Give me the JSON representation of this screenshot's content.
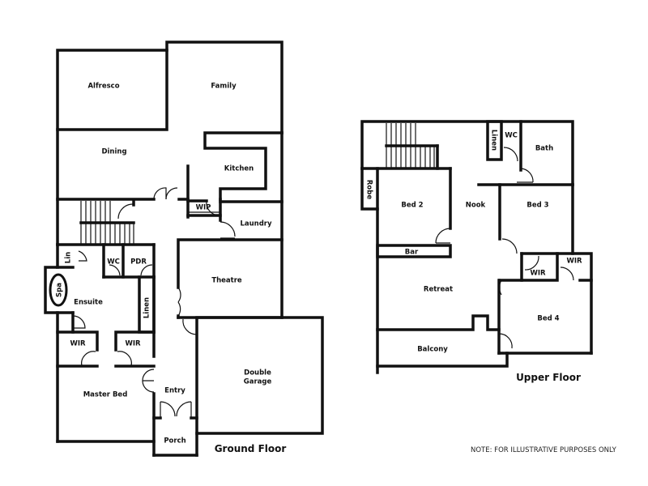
{
  "ground_floor": {
    "title": "Ground Floor",
    "rooms": {
      "alfresco": "Alfresco",
      "family": "Family",
      "dining": "Dining",
      "kitchen": "Kitchen",
      "wip": "WIP",
      "laundry": "Laundry",
      "lin": "Lin",
      "wc": "WC",
      "pdr": "PDR",
      "spa": "Spa",
      "ensuite": "Ensuite",
      "linen": "Linen",
      "theatre": "Theatre",
      "wir_left": "WIR",
      "wir_right": "WIR",
      "master_bed": "Master Bed",
      "entry": "Entry",
      "double_garage_1": "Double",
      "double_garage_2": "Garage",
      "porch": "Porch"
    }
  },
  "upper_floor": {
    "title": "Upper Floor",
    "rooms": {
      "linen": "Linen",
      "wc": "WC",
      "bath": "Bath",
      "robe": "Robe",
      "bed2": "Bed 2",
      "nook": "Nook",
      "bed3": "Bed 3",
      "bar": "Bar",
      "retreat": "Retreat",
      "wir_left": "WIR",
      "wir_right": "WIR",
      "bed4": "Bed 4",
      "balcony": "Balcony"
    }
  },
  "note": "NOTE: FOR ILLUSTRATIVE PURPOSES ONLY"
}
